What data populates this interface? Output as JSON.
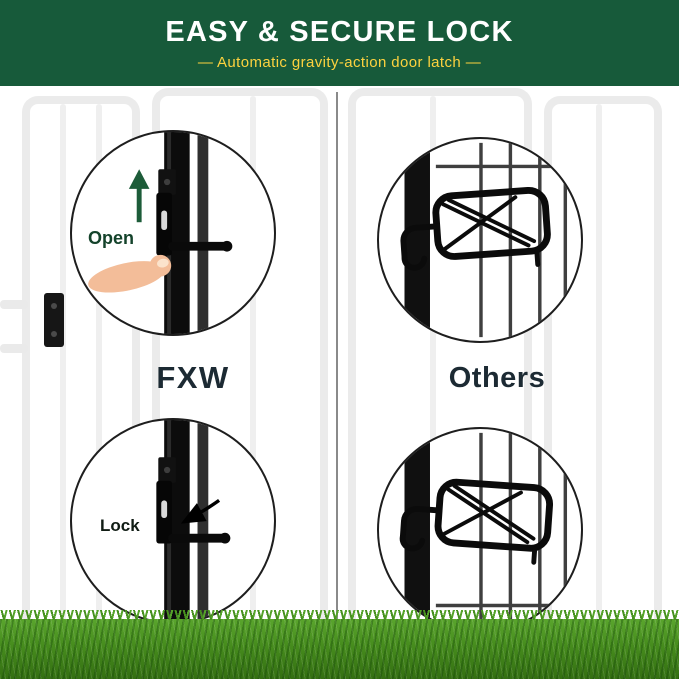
{
  "banner": {
    "title": "EASY & SECURE LOCK",
    "subtitle": "—  Automatic gravity-action door latch  —"
  },
  "comparison": {
    "left": {
      "brand": "FXW",
      "open_label": "Open",
      "lock_label": "Lock"
    },
    "right": {
      "brand": "Others"
    }
  },
  "colors": {
    "banner_green": "#175a3a",
    "subtitle_gold": "#fdd23f",
    "label_green": "#14432b",
    "brand_text": "#1c2a33",
    "arrow_green": "#1d5c39",
    "grass_green": "#468c1d",
    "latch_black": "#101010"
  },
  "icons": {
    "arrow_up_icon": "↑",
    "arrow_pointer_icon": "↙",
    "finger_press_icon": "☝"
  }
}
